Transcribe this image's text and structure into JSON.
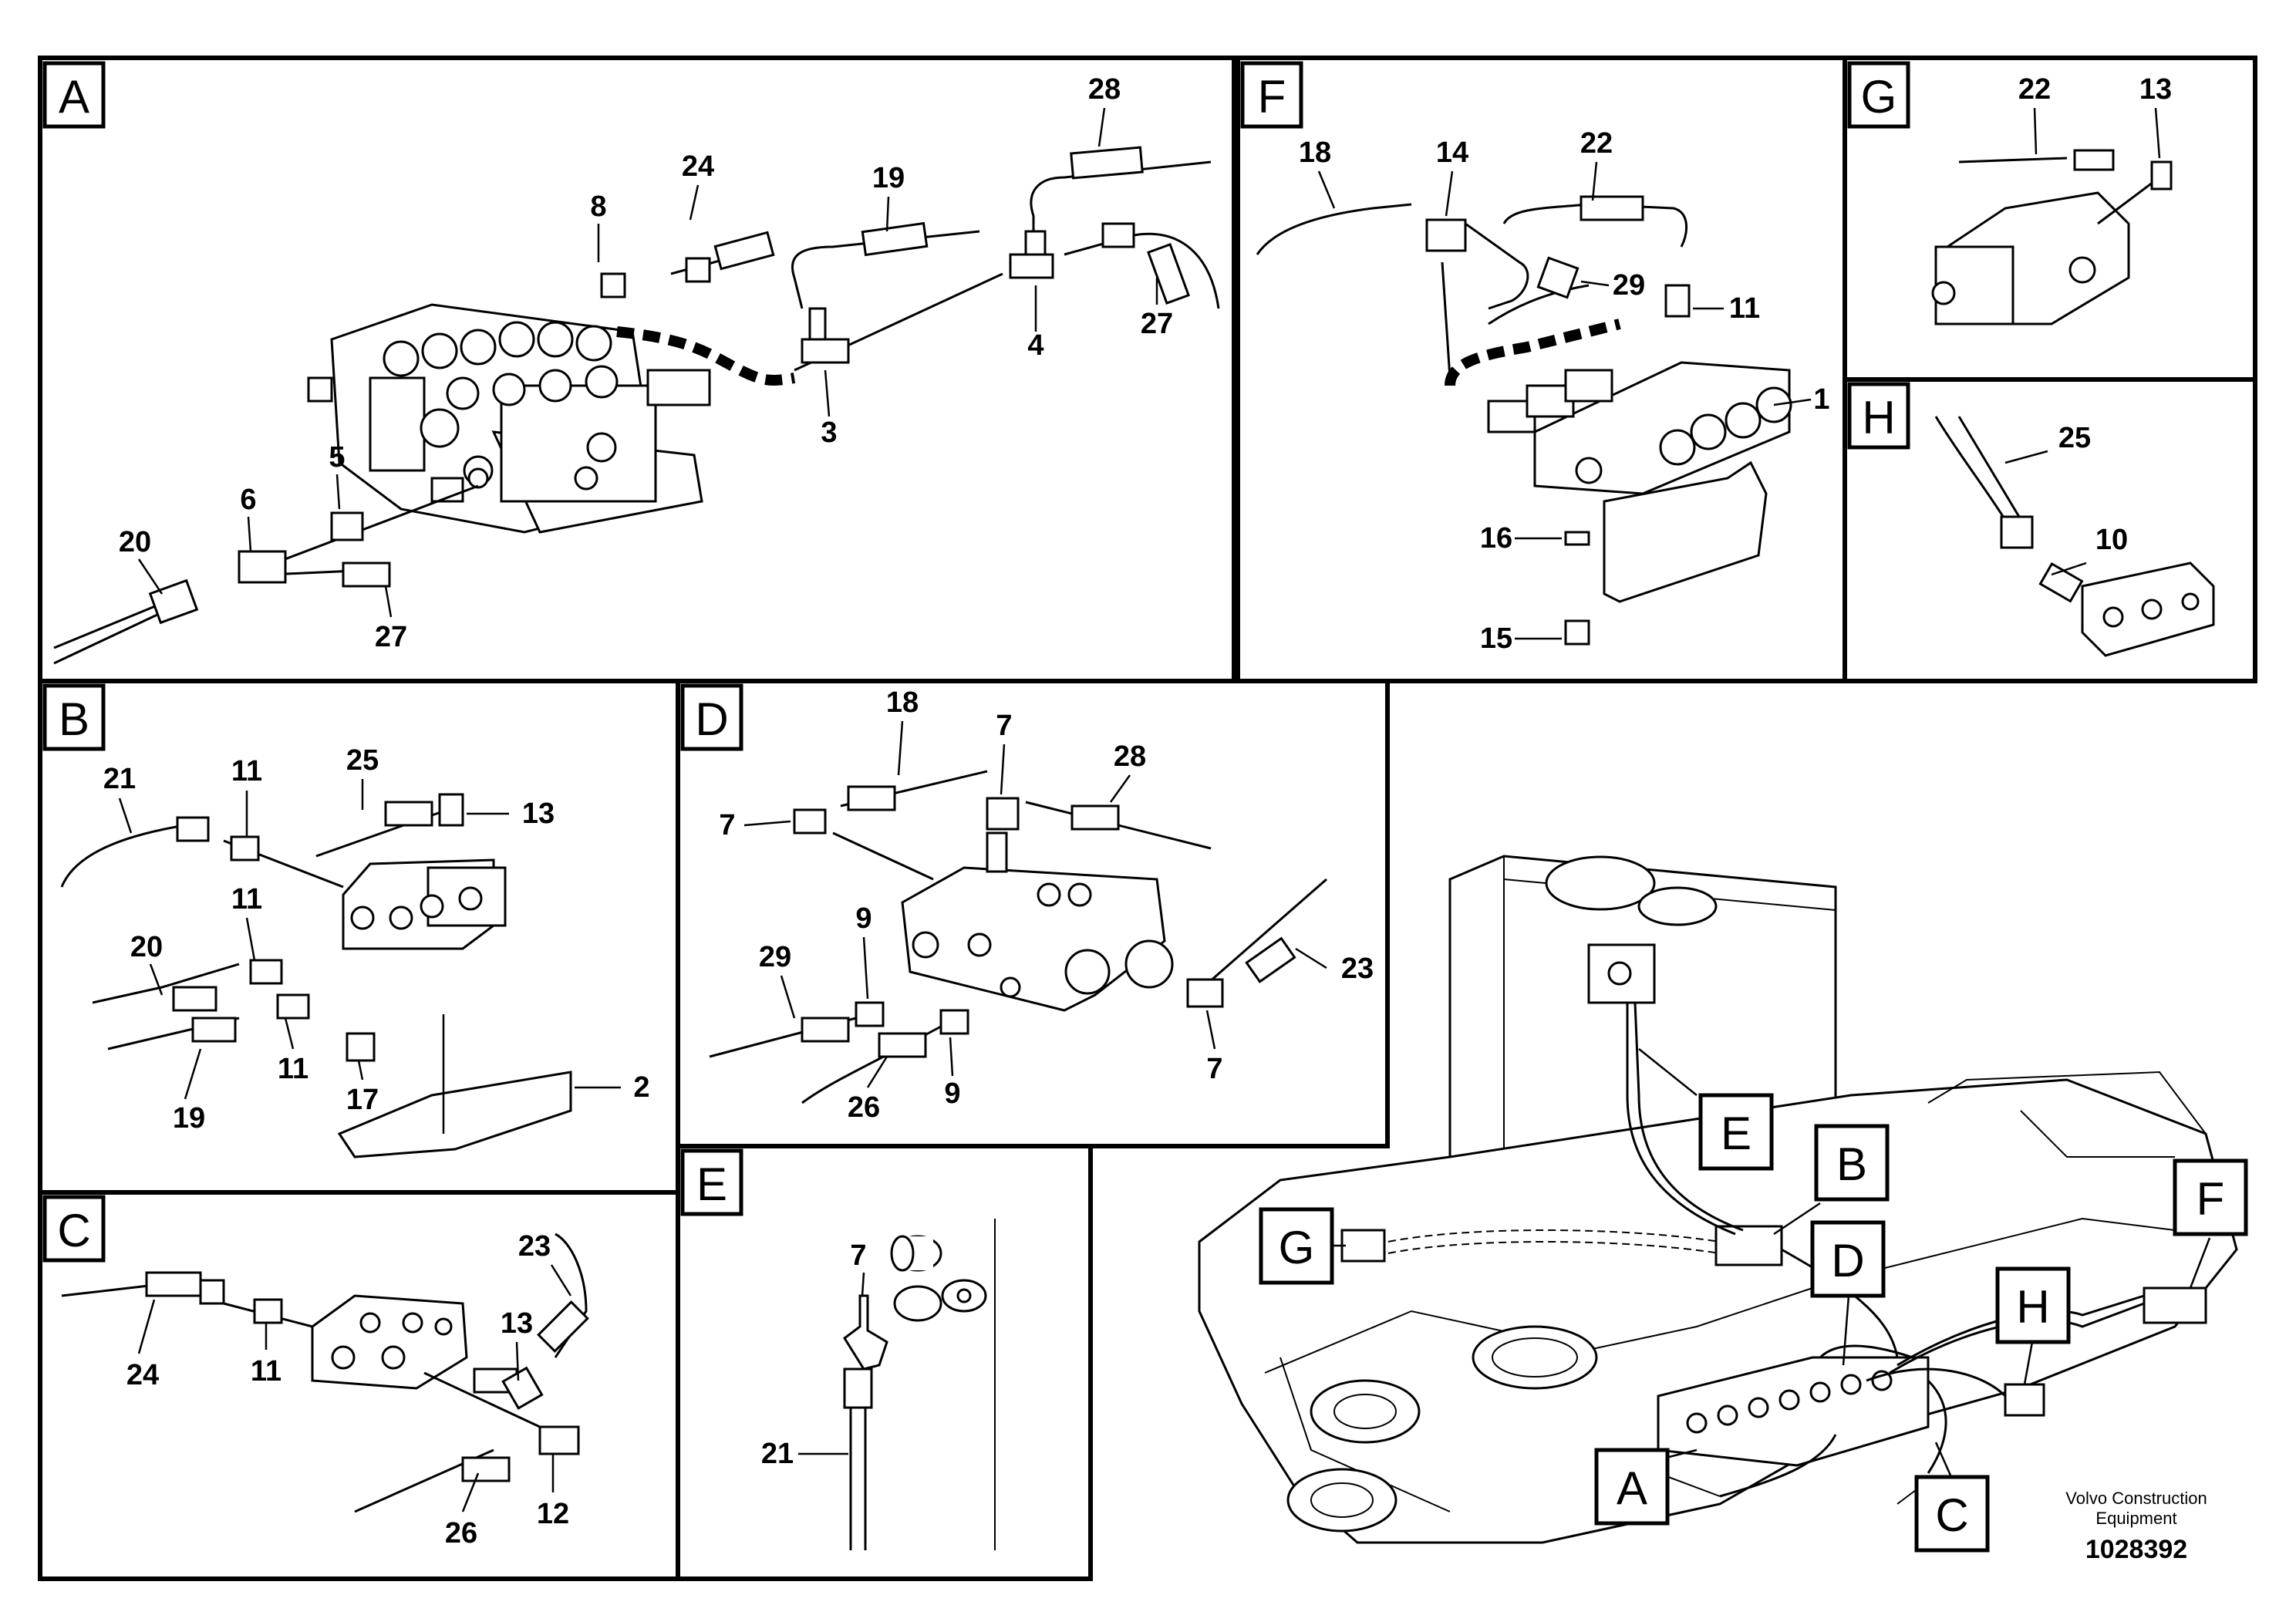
{
  "panels": {
    "A": {
      "tag": "A",
      "labels": [
        "28",
        "24",
        "19",
        "8",
        "27",
        "4",
        "3",
        "5",
        "6",
        "20",
        "27"
      ]
    },
    "F": {
      "tag": "F",
      "labels": [
        "18",
        "14",
        "22",
        "29",
        "11",
        "1",
        "16",
        "15"
      ]
    },
    "G": {
      "tag": "G",
      "labels": [
        "22",
        "13"
      ]
    },
    "H": {
      "tag": "H",
      "labels": [
        "25",
        "10"
      ]
    },
    "B": {
      "tag": "B",
      "labels": [
        "21",
        "11",
        "25",
        "13",
        "11",
        "20",
        "11",
        "19",
        "17",
        "2"
      ]
    },
    "D": {
      "tag": "D",
      "labels": [
        "18",
        "7",
        "28",
        "7",
        "29",
        "9",
        "23",
        "26",
        "9",
        "7"
      ]
    },
    "C": {
      "tag": "C",
      "labels": [
        "23",
        "24",
        "11",
        "13",
        "26",
        "12"
      ]
    },
    "E": {
      "tag": "E",
      "labels": [
        "7",
        "21"
      ]
    }
  },
  "overview": {
    "callouts": [
      "E",
      "B",
      "D",
      "F",
      "G",
      "H",
      "A",
      "C"
    ]
  },
  "footer": {
    "company_line1": "Volvo Construction",
    "company_line2": "Equipment",
    "doc_number": "1028392"
  }
}
